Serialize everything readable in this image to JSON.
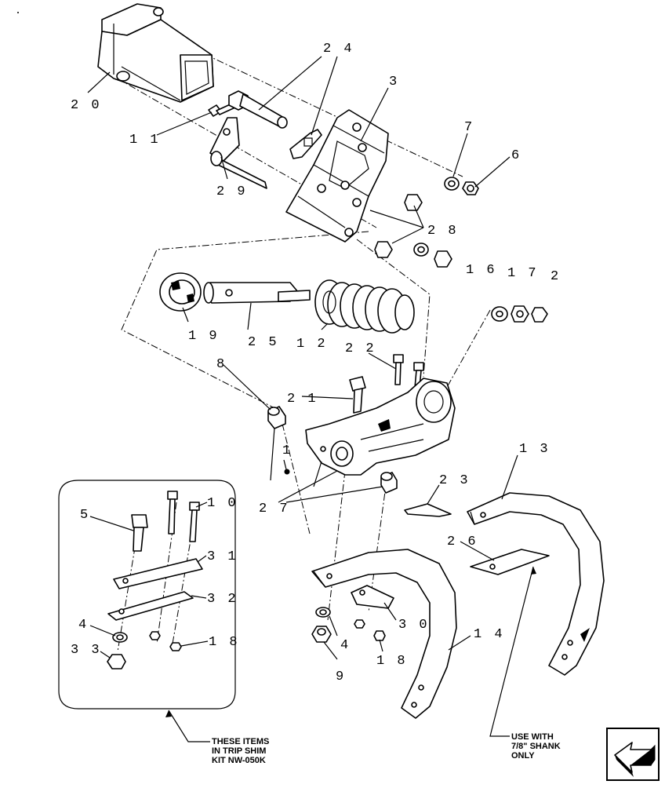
{
  "callouts": {
    "c20": "2 0",
    "c24": "2 4",
    "c3": "3",
    "c11": "1 1",
    "c29": "2 9",
    "c7": "7",
    "c6": "6",
    "c28": "2 8",
    "c16": "1 6",
    "c17": "1 7",
    "c2": "2",
    "c19": "1 9",
    "c25": "2 5",
    "c12": "1 2",
    "c22": "2 2",
    "c8": "8",
    "c21": "2 1",
    "c1": "1",
    "c27": "2 7",
    "c13": "1 3",
    "c23": "2 3",
    "c26": "2 6",
    "c5": "5",
    "c10": "1 0",
    "c31": "3 1",
    "c32": "3 2",
    "c4a": "4",
    "c33": "3 3",
    "c18a": "1 8",
    "c4b": "4",
    "c9": "9",
    "c30": "3 0",
    "c18b": "1 8",
    "c14": "1 4"
  },
  "notes": {
    "kit_line1": "THESE ITEMS",
    "kit_line2": "IN TRIP SHIM",
    "kit_line3": "KIT NW-050K",
    "shank_line1": "USE WITH",
    "shank_line2": "7/8\" SHANK",
    "shank_line3": "ONLY"
  },
  "icons": {
    "nav": "arrow-back-icon"
  }
}
